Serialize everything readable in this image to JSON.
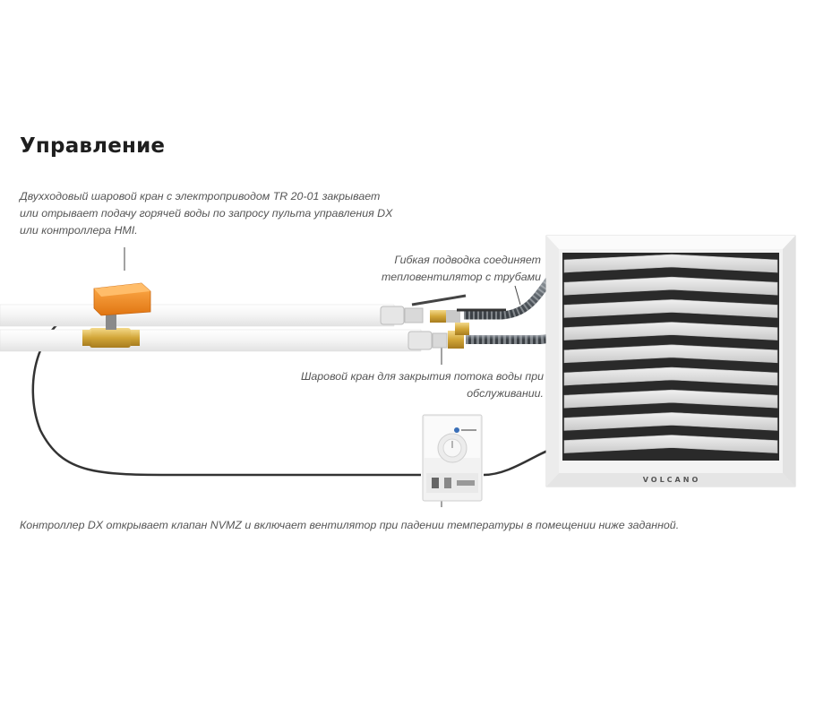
{
  "title": "Управление",
  "notes": {
    "valve": [
      "Двухходовый шаровой кран с электроприводом TR 20-01 закрывает",
      "или отрывает подачу горячей воды по запросу пульта управления DX",
      "или контроллера HMI."
    ],
    "hose": [
      "Гибкая подводка соединяет",
      "тепловентилятор с трубами"
    ],
    "ball_valve": [
      "Шаровой кран для закрытия потока воды при",
      "обслуживании."
    ],
    "controller": [
      "Контроллер DX открывает клапан NVMZ и включает вентилятор при падении температуры в помещении ниже заданной."
    ]
  },
  "heater_brand": "VOLCANO",
  "colors": {
    "actuator": "#f08a1e",
    "brass": "#d9b24a",
    "pipe": "#f1f1f1",
    "cable": "#333333",
    "heater_body": "#f4f4f4",
    "louver": "#dcdcdc"
  }
}
